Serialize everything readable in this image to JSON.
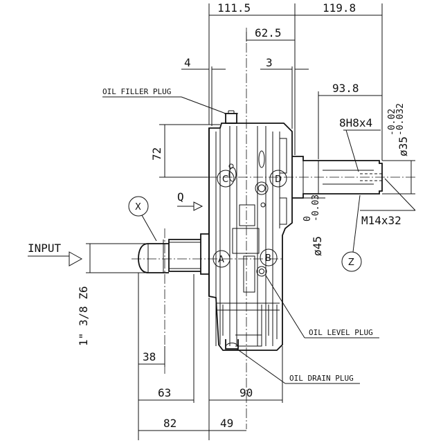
{
  "dimensions": {
    "top_left": "111.5",
    "top_right": "119.8",
    "mid_top": "62.5",
    "left_4": "4",
    "right_3": "3",
    "shaft_len": "93.8",
    "keyway": "8H8x4",
    "shaft_dia": "ø35",
    "shaft_dia_tol_upper": "-0.02",
    "shaft_dia_tol_lower": "-0.032",
    "height_72": "72",
    "bore_dia": "ø45",
    "bore_tol_upper": "0",
    "bore_tol_lower": "-0.03",
    "thread": "M14x32",
    "input_spline": "1\" 3/8 Z6",
    "d38": "38",
    "d63": "63",
    "d90": "90",
    "d82": "82",
    "d49": "49"
  },
  "labels": {
    "oil_filler": "OIL FILLER PLUG",
    "oil_level": "OIL LEVEL PLUG",
    "oil_drain": "OIL DRAIN PLUG",
    "input": "INPUT",
    "q": "Q"
  },
  "callouts": {
    "x": "X",
    "z": "Z",
    "a": "A",
    "b": "B",
    "c": "C",
    "d": "D"
  }
}
